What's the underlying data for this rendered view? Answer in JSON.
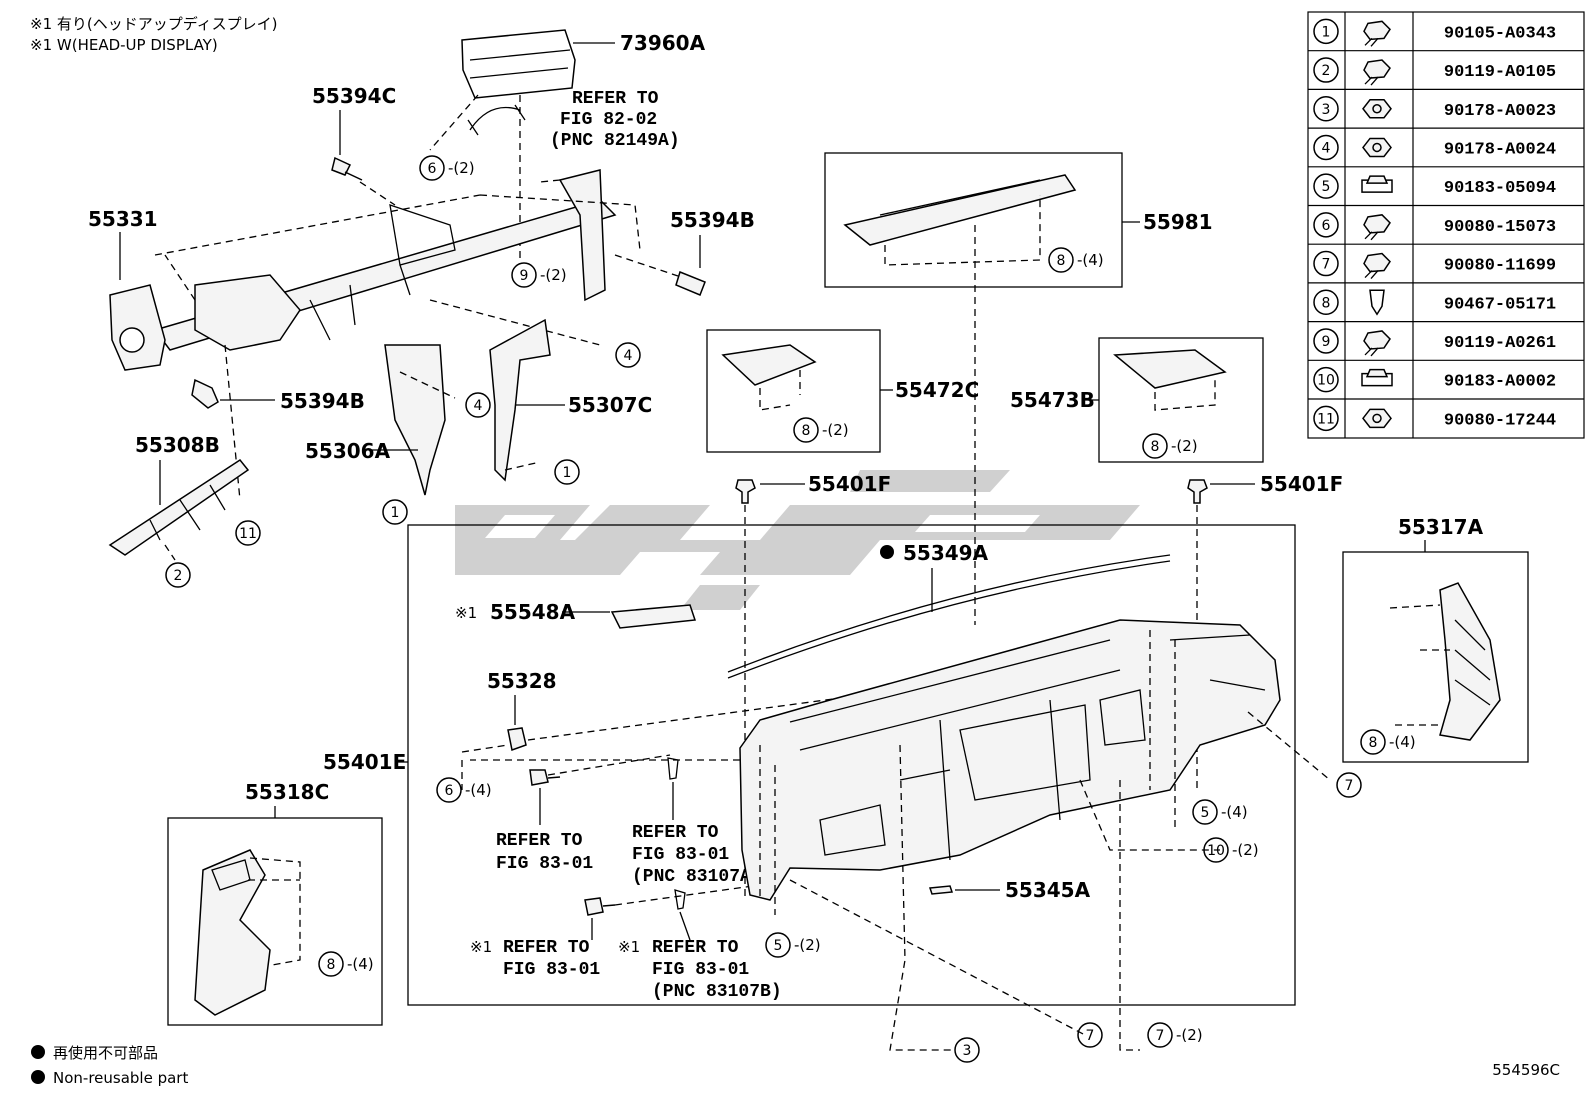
{
  "notes": {
    "line1": "※1  有り(ヘッドアップディスプレイ)",
    "line2": "※1  W(HEAD-UP DISPLAY)"
  },
  "legend": {
    "dot1": "再使用不可部品",
    "dot2": "Non-reusable part"
  },
  "diagram_code": "554596C",
  "fasteners": [
    {
      "no": "1",
      "part": "90105-A0343",
      "icon": "flange-bolt-icon"
    },
    {
      "no": "2",
      "part": "90119-A0105",
      "icon": "flange-bolt-icon"
    },
    {
      "no": "3",
      "part": "90178-A0023",
      "icon": "nut-icon"
    },
    {
      "no": "4",
      "part": "90178-A0024",
      "icon": "nut-icon"
    },
    {
      "no": "5",
      "part": "90183-05094",
      "icon": "clip-nut-icon"
    },
    {
      "no": "6",
      "part": "90080-15073",
      "icon": "screw-icon"
    },
    {
      "no": "7",
      "part": "90080-11699",
      "icon": "screw-icon"
    },
    {
      "no": "8",
      "part": "90467-05171",
      "icon": "clip-icon"
    },
    {
      "no": "9",
      "part": "90119-A0261",
      "icon": "flange-bolt-icon"
    },
    {
      "no": "10",
      "part": "90183-A0002",
      "icon": "clip-nut-icon"
    },
    {
      "no": "11",
      "part": "90080-17244",
      "icon": "nut-icon"
    }
  ],
  "labels": {
    "p73960A": "73960A",
    "p55394C": "55394C",
    "p55331": "55331",
    "p55394B_r": "55394B",
    "p55394B_l": "55394B",
    "p55308B": "55308B",
    "p55306A": "55306A",
    "p55307C": "55307C",
    "p55981": "55981",
    "p55472C": "55472C",
    "p55473B": "55473B",
    "p55401F_l": "55401F",
    "p55401F_r": "55401F",
    "p55349A": "55349A",
    "p55548A": "55548A",
    "p55328": "55328",
    "p55401E": "55401E",
    "p55318C": "55318C",
    "p55317A": "55317A",
    "p55345A": "55345A",
    "x1": "※1",
    "x1b": "※1",
    "x1c": "※1"
  },
  "refs": {
    "r1": [
      "REFER TO",
      "FIG 82-02",
      "(PNC 82149A)"
    ],
    "r2": [
      "REFER TO",
      "FIG 83-01"
    ],
    "r3": [
      "REFER TO",
      "FIG 83-01",
      "(PNC 83107A)"
    ],
    "r4": [
      "REFER TO",
      "FIG 83-01"
    ],
    "r5": [
      "REFER TO",
      "FIG 83-01",
      "(PNC 83107B)"
    ]
  },
  "callouts": {
    "c6_2": {
      "n": "6",
      "q": "-(2)"
    },
    "c9_2": {
      "n": "9",
      "q": "-(2)"
    },
    "c4a": {
      "n": "4",
      "q": ""
    },
    "c4b": {
      "n": "4",
      "q": ""
    },
    "c1a": {
      "n": "1",
      "q": ""
    },
    "c1b": {
      "n": "1",
      "q": ""
    },
    "c2": {
      "n": "2",
      "q": ""
    },
    "c11": {
      "n": "11",
      "q": ""
    },
    "c8_4a": {
      "n": "8",
      "q": "-(4)"
    },
    "c8_2a": {
      "n": "8",
      "q": "-(2)"
    },
    "c8_2b": {
      "n": "8",
      "q": "-(2)"
    },
    "c6_4": {
      "n": "6",
      "q": "-(4)"
    },
    "c5_4": {
      "n": "5",
      "q": "-(4)"
    },
    "c10_2": {
      "n": "10",
      "q": "-(2)"
    },
    "c5_2": {
      "n": "5",
      "q": "-(2)"
    },
    "c7a": {
      "n": "7",
      "q": ""
    },
    "c7_2": {
      "n": "7",
      "q": "-(2)"
    },
    "c3": {
      "n": "3",
      "q": ""
    },
    "c8_4b": {
      "n": "8",
      "q": "-(4)"
    },
    "c8_4c": {
      "n": "8",
      "q": "-(4)"
    },
    "c7b": {
      "n": "7",
      "q": ""
    }
  },
  "watermark": "logo-watermark"
}
